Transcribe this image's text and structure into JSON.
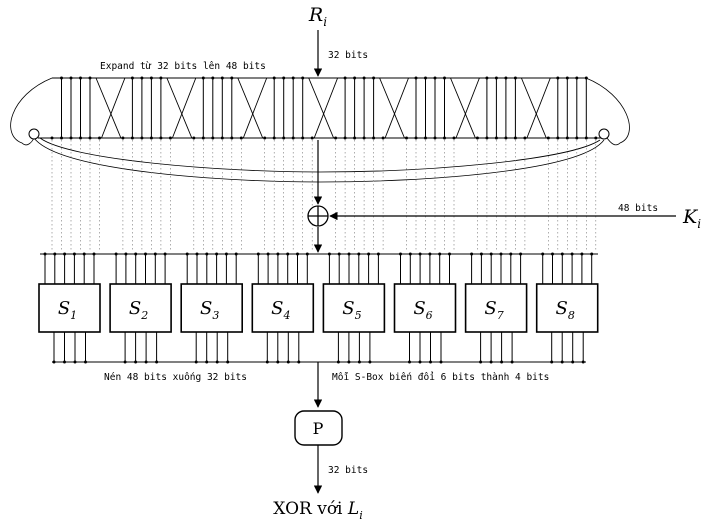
{
  "diagram": {
    "input_label_main": "R",
    "input_label_sub": "i",
    "input_bits": "32 bits",
    "expand_label": "Expand từ 32 bits lên 48 bits",
    "key_label_main": "K",
    "key_label_sub": "i",
    "key_bits": "48 bits",
    "xor_symbol": "⊕",
    "sboxes": [
      {
        "main": "S",
        "sub": "1"
      },
      {
        "main": "S",
        "sub": "2"
      },
      {
        "main": "S",
        "sub": "3"
      },
      {
        "main": "S",
        "sub": "4"
      },
      {
        "main": "S",
        "sub": "5"
      },
      {
        "main": "S",
        "sub": "6"
      },
      {
        "main": "S",
        "sub": "7"
      },
      {
        "main": "S",
        "sub": "8"
      }
    ],
    "compress_label": "Nén 48 bits xuống 32 bits",
    "sbox_note": "Mỗi S-Box biến đổi 6 bits thành 4 bits",
    "p_box_label": "P",
    "output_bits": "32 bits",
    "output_label_prefix": "XOR với ",
    "output_label_main": "L",
    "output_label_sub": "i"
  }
}
